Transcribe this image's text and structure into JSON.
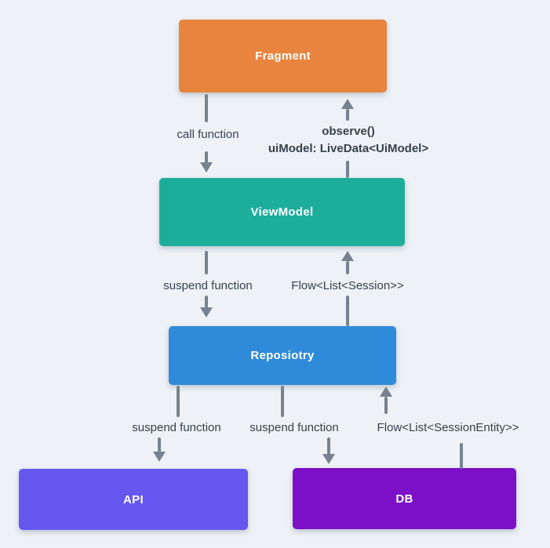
{
  "colors": {
    "background": "#EEF2F6",
    "arrow": "#76828F",
    "edge_label_text": "#36414E",
    "node_text": "#FFFFFF"
  },
  "nodes": {
    "fragment": {
      "label": "Fragment",
      "color": "#E8843E"
    },
    "viewmodel": {
      "label": "ViewModel",
      "color": "#1DAE9B"
    },
    "repository": {
      "label": "Reposiotry",
      "color": "#2F8BD9"
    },
    "api": {
      "label": "API",
      "color": "#6557EF"
    },
    "db": {
      "label": "DB",
      "color": "#7B10C7"
    }
  },
  "edges": {
    "fragment_to_viewmodel": {
      "label": "call function",
      "direction": "down"
    },
    "viewmodel_to_fragment": {
      "label_line1": "observe()",
      "label_line2": "uiModel: LiveData<UiModel>",
      "direction": "up"
    },
    "viewmodel_to_repository": {
      "label": "suspend function",
      "direction": "down"
    },
    "repository_to_viewmodel": {
      "label": "Flow<List<Session>>",
      "direction": "up"
    },
    "repository_to_api": {
      "label": "suspend function",
      "direction": "down"
    },
    "repository_to_db": {
      "label": "suspend function",
      "direction": "down"
    },
    "db_to_repository": {
      "label": "Flow<List<SessionEntity>>",
      "direction": "up"
    }
  }
}
